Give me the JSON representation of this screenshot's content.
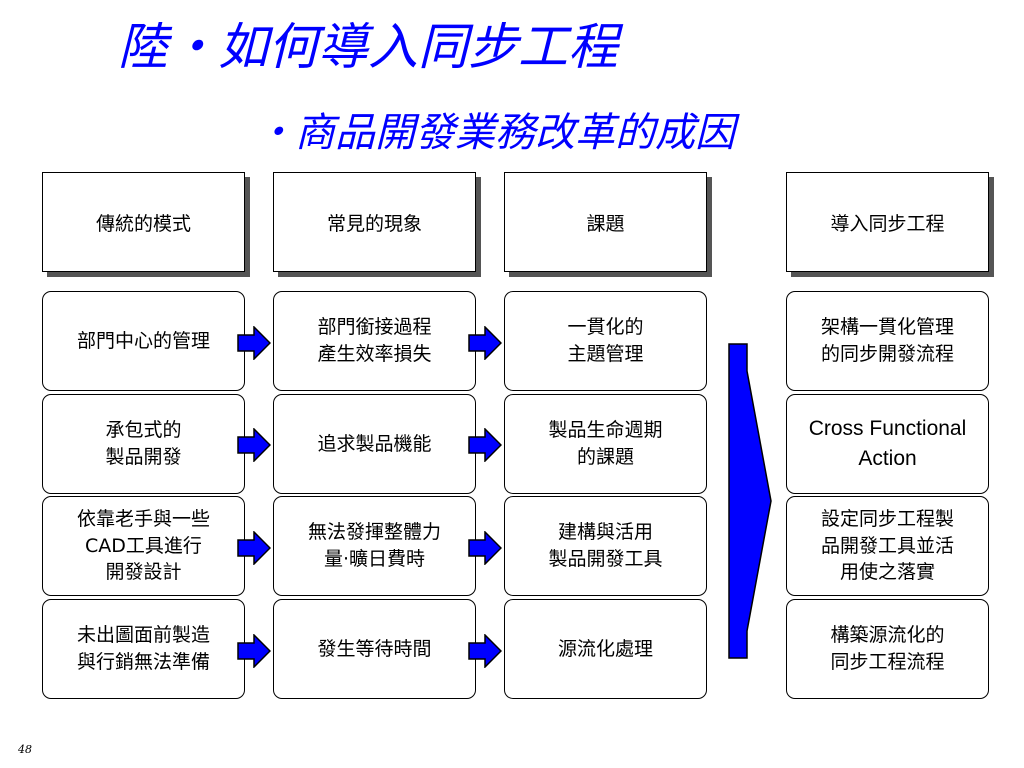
{
  "title": "陸‧如何導入同步工程",
  "subtitle": "‧商品開發業務改革的成因",
  "headers": [
    "傳統的模式",
    "常見的現象",
    "課題",
    "導入同步工程"
  ],
  "rows": [
    [
      "部門中心的管理",
      "部門銜接過程\n產生效率損失",
      "一貫化的\n主題管理",
      "架構一貫化管理\n的同步開發流程"
    ],
    [
      "承包式的\n製品開發",
      "追求製品機能",
      "製品生命週期\n的課題",
      "Cross Functional\nAction"
    ],
    [
      "依靠老手與一些\nCAD工具進行\n開發設計",
      "無法發揮整體力\n量‧曠日費時",
      "建構與活用\n製品開發工具",
      "設定同步工程製\n品開發工具並活\n用使之落實"
    ],
    [
      "未出圖面前製造\n與行銷無法準備",
      "發生等待時間",
      "源流化處理",
      "構築源流化的\n同步工程流程"
    ]
  ],
  "page_number": "48",
  "colors": {
    "title": "#0000ff",
    "arrow_fill": "#0000ff",
    "arrow_outline": "#000000",
    "header_shadow": "#555555"
  }
}
